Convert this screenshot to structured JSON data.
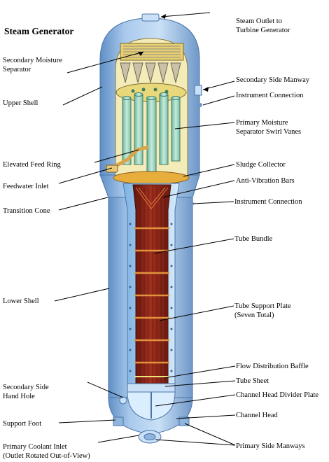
{
  "title": "Steam Generator",
  "labels": {
    "steam_outlet": [
      "Steam Outlet to",
      "Turbine Generator"
    ],
    "secondary_moisture_separator": [
      "Secondary Moisture",
      "Separator"
    ],
    "secondary_side_manway": [
      "Secondary Side Manway"
    ],
    "upper_shell": [
      "Upper Shell"
    ],
    "instrument_connection_upper": [
      "Instrument Connection"
    ],
    "primary_moisture_separator": [
      "Primary Moisture",
      "Separator Swirl Vanes"
    ],
    "elevated_feed_ring": [
      "Elevated Feed Ring"
    ],
    "sludge_collector": [
      "Sludge Collector"
    ],
    "feedwater_inlet": [
      "Feedwater Inlet"
    ],
    "anti_vibration_bars": [
      "Anti-Vibration Bars"
    ],
    "transition_cone": [
      "Transition Cone"
    ],
    "instrument_connection_lower": [
      "Instrument Connection"
    ],
    "tube_bundle": [
      "Tube Bundle"
    ],
    "lower_shell": [
      "Lower Shell"
    ],
    "tube_support_plate": [
      "Tube Support Plate",
      "(Seven Total)"
    ],
    "flow_distribution_baffle": [
      "Flow Distribution Baffle"
    ],
    "tube_sheet": [
      "Tube Sheet"
    ],
    "secondary_side_hand_hole": [
      "Secondary Side",
      "Hand Hole"
    ],
    "channel_head_divider_plate": [
      "Channel Head Divider Plate"
    ],
    "channel_head": [
      "Channel Head"
    ],
    "support_foot": [
      "Support Foot"
    ],
    "primary_coolant_inlet": [
      "Primary Coolant Inlet",
      "(Outlet Rotated Out-of-View)"
    ],
    "primary_side_manways": [
      "Primary Side Manways"
    ]
  },
  "colors": {
    "shell": "#a9c9ec",
    "shell_dark": "#6f98c8",
    "tube_red": "#8e2418",
    "tube_orange": "#c8742a",
    "separator_green": "#a8d8c4",
    "interior_yellow": "#f1e6a0"
  }
}
